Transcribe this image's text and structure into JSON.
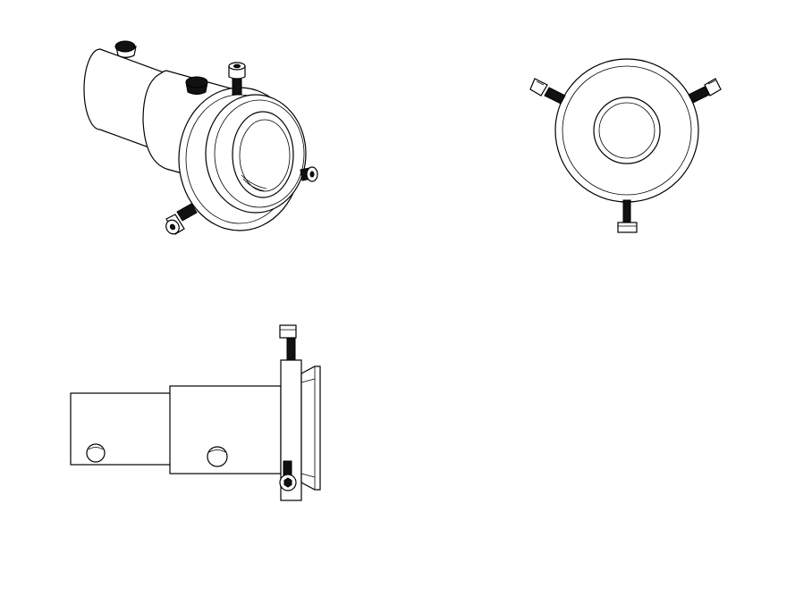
{
  "figure": {
    "views": [
      {
        "id": "isometric",
        "name": "isometric-view"
      },
      {
        "id": "front",
        "name": "front-view"
      },
      {
        "id": "side",
        "name": "side-view"
      }
    ],
    "palette": {
      "line": "#000000",
      "fill": "#ffffff",
      "dark": "#111111",
      "bg": "#ffffff"
    }
  }
}
